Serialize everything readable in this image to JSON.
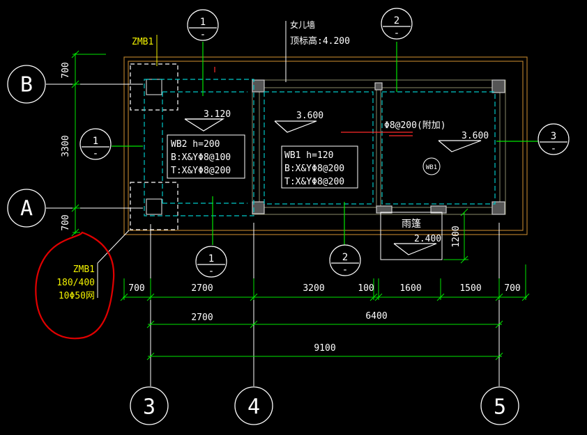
{
  "colors": {
    "background": "#000000",
    "outline": "#b07a2a",
    "wall_hatch": "#8a8a6a",
    "dashed": "#00c8c8",
    "line_white": "#ffffff",
    "line_green": "#00e600",
    "line_red": "#ff2a2a",
    "line_gray": "#c8c8c8",
    "text_white": "#ffffff",
    "text_yellow": "#f2f200",
    "annotation_red": "#e00000"
  },
  "axes": {
    "b": "B",
    "a": "A",
    "c3": "3",
    "c4": "4",
    "c5": "5"
  },
  "section_marks": {
    "top_left": "1",
    "top_right": "2",
    "left": "1",
    "right": "3",
    "bottom_left": "1",
    "bottom_mid": "2",
    "sub": "-"
  },
  "labels": {
    "zmb1_top": "ZMB1",
    "parapet_line1": "女儿墙",
    "parapet_line2": "顶标高:4.200",
    "elev_left": "3.120",
    "elev_mid": "3.600",
    "elev_right": "3.600",
    "elev_canopy": "2.400",
    "rebar_note": "Φ8@200(附加)",
    "wb1_tag": "WB1",
    "canopy": "雨篷",
    "wb2": {
      "line1": "WB2 h=200",
      "line2": "B:X&YΦ8@100",
      "line3": "T:X&YΦ8@200"
    },
    "wb1": {
      "line1": "WB1 h=120",
      "line2": "B:X&YΦ8@200",
      "line3": "T:X&YΦ8@200"
    },
    "zmb1_note": {
      "line1": "ZMB1",
      "line2": "180/400",
      "line3": "10Φ50网"
    }
  },
  "dimensions": {
    "left_700_top": "700",
    "left_3300": "3300",
    "left_700_bottom": "700",
    "canopy_1200": "1200",
    "row1": [
      "700",
      "2700",
      "3200",
      "100",
      "1600",
      "1500",
      "700"
    ],
    "row2": [
      "2700",
      "6400"
    ],
    "row3": "9100"
  }
}
